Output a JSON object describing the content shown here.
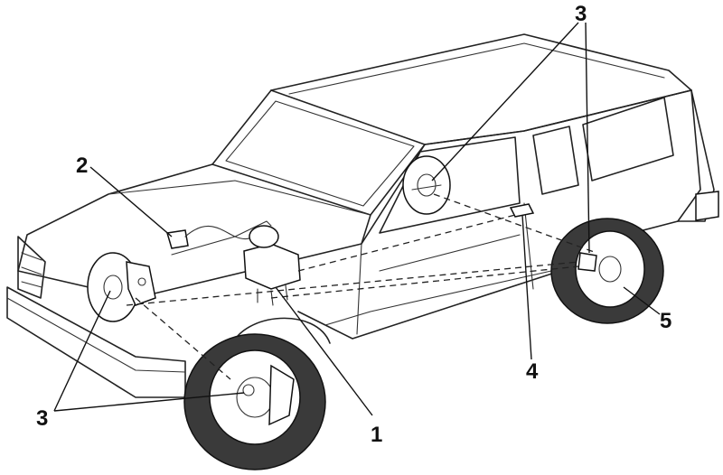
{
  "labels": {
    "modulator": "1",
    "brake_switch": "2",
    "wheel_sensor": "3",
    "accelerometer": "4",
    "rear_tone_ring": "5"
  }
}
